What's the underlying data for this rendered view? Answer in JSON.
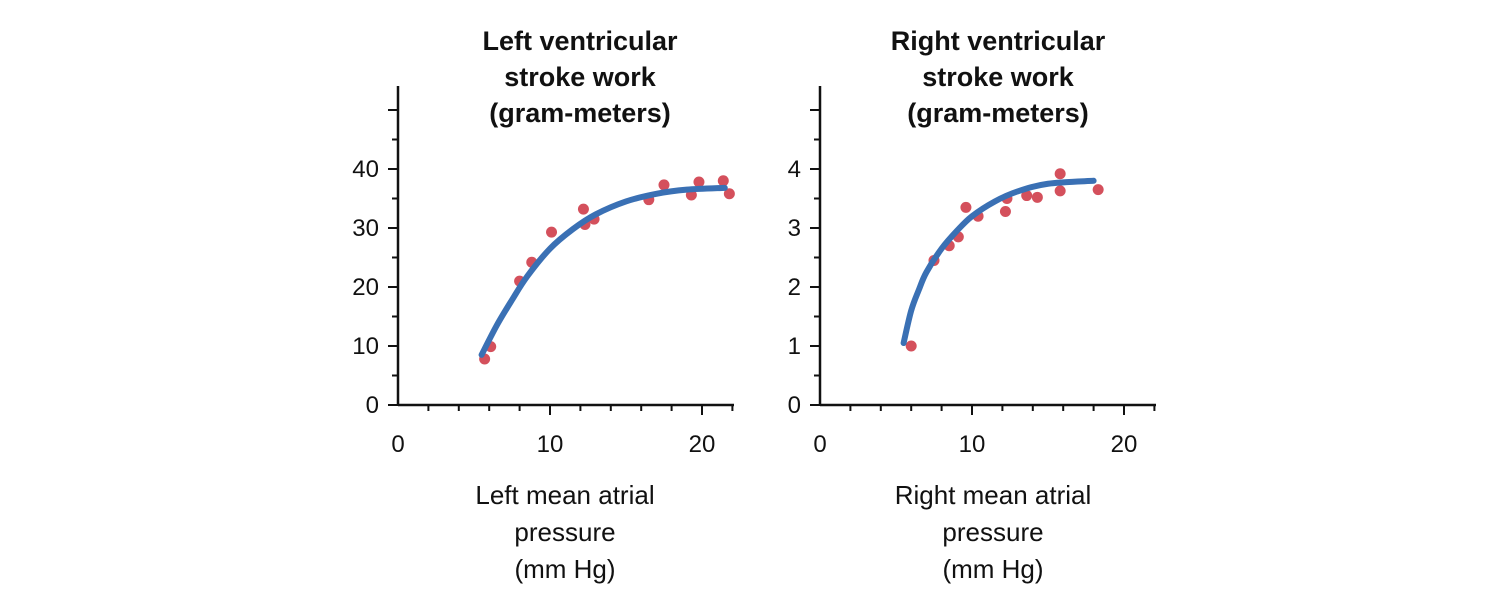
{
  "chart_data": [
    {
      "type": "scatter",
      "title_lines": [
        "Left ventricular",
        "stroke work",
        "(gram-meters)"
      ],
      "xlabel_lines": [
        "Left mean atrial",
        "pressure",
        "(mm Hg)"
      ],
      "xlim": [
        0,
        22
      ],
      "ylim": [
        0,
        50
      ],
      "x_ticks": [
        "0",
        "10",
        "20"
      ],
      "y_ticks": [
        "0",
        "10",
        "20",
        "30",
        "40"
      ],
      "points": [
        {
          "x": 5.7,
          "y": 7.8
        },
        {
          "x": 6.1,
          "y": 9.9
        },
        {
          "x": 8.0,
          "y": 21.0
        },
        {
          "x": 8.8,
          "y": 24.2
        },
        {
          "x": 10.1,
          "y": 29.3
        },
        {
          "x": 12.2,
          "y": 33.2
        },
        {
          "x": 12.3,
          "y": 30.6
        },
        {
          "x": 12.9,
          "y": 31.5
        },
        {
          "x": 16.5,
          "y": 34.8
        },
        {
          "x": 17.5,
          "y": 37.3
        },
        {
          "x": 19.3,
          "y": 35.6
        },
        {
          "x": 19.8,
          "y": 37.8
        },
        {
          "x": 21.4,
          "y": 38.0
        },
        {
          "x": 21.8,
          "y": 35.8
        }
      ],
      "fit_curve": [
        {
          "x": 5.5,
          "y": 8.5
        },
        {
          "x": 6.5,
          "y": 13.5
        },
        {
          "x": 7.5,
          "y": 17.8
        },
        {
          "x": 8.5,
          "y": 21.8
        },
        {
          "x": 10,
          "y": 26.5
        },
        {
          "x": 11.5,
          "y": 29.8
        },
        {
          "x": 13,
          "y": 32.3
        },
        {
          "x": 15,
          "y": 34.5
        },
        {
          "x": 17,
          "y": 35.8
        },
        {
          "x": 19,
          "y": 36.5
        },
        {
          "x": 21.5,
          "y": 36.8
        }
      ],
      "colors": {
        "points": "#d4505c",
        "curve": "#3a70b4",
        "axis": "#111111"
      }
    },
    {
      "type": "scatter",
      "title_lines": [
        "Right ventricular",
        "stroke work",
        "(gram-meters)"
      ],
      "xlabel_lines": [
        "Right mean atrial",
        "pressure",
        "(mm Hg)"
      ],
      "xlim": [
        0,
        22
      ],
      "ylim": [
        0,
        5
      ],
      "x_ticks": [
        "0",
        "10",
        "20"
      ],
      "y_ticks": [
        "0",
        "1",
        "2",
        "3",
        "4"
      ],
      "points": [
        {
          "x": 6.0,
          "y": 1.0
        },
        {
          "x": 7.5,
          "y": 2.45
        },
        {
          "x": 8.5,
          "y": 2.7
        },
        {
          "x": 9.1,
          "y": 2.85
        },
        {
          "x": 9.6,
          "y": 3.35
        },
        {
          "x": 10.4,
          "y": 3.2
        },
        {
          "x": 12.2,
          "y": 3.28
        },
        {
          "x": 12.3,
          "y": 3.5
        },
        {
          "x": 13.6,
          "y": 3.55
        },
        {
          "x": 14.3,
          "y": 3.52
        },
        {
          "x": 15.8,
          "y": 3.92
        },
        {
          "x": 15.8,
          "y": 3.63
        },
        {
          "x": 18.3,
          "y": 3.65
        }
      ],
      "fit_curve": [
        {
          "x": 5.5,
          "y": 1.05
        },
        {
          "x": 6.0,
          "y": 1.6
        },
        {
          "x": 6.5,
          "y": 1.95
        },
        {
          "x": 7.0,
          "y": 2.25
        },
        {
          "x": 8.0,
          "y": 2.65
        },
        {
          "x": 9.0,
          "y": 2.95
        },
        {
          "x": 10,
          "y": 3.2
        },
        {
          "x": 11.5,
          "y": 3.45
        },
        {
          "x": 13,
          "y": 3.62
        },
        {
          "x": 15,
          "y": 3.75
        },
        {
          "x": 18,
          "y": 3.8
        }
      ],
      "colors": {
        "points": "#d4505c",
        "curve": "#3a70b4",
        "axis": "#111111"
      }
    }
  ]
}
